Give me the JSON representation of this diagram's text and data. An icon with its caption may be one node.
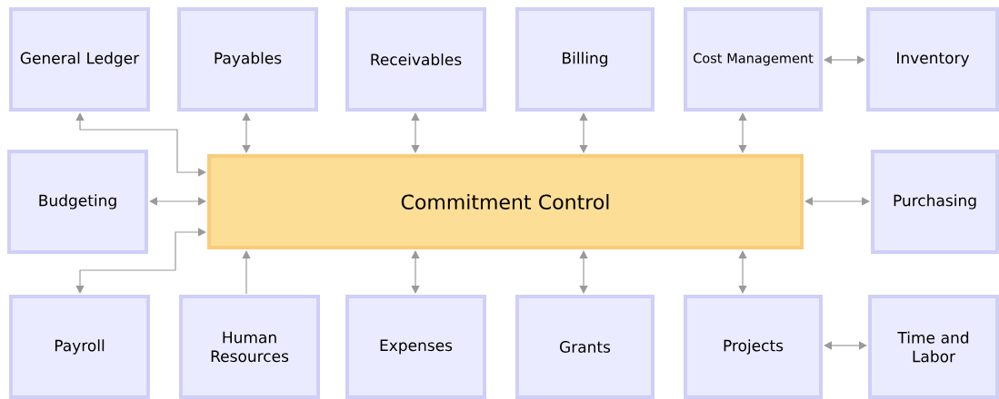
{
  "diagram": {
    "nodes": [
      {
        "text": [
          "General Ledger"
        ]
      },
      {
        "text": [
          "Payables"
        ]
      },
      {
        "text": [
          "Receivables"
        ]
      },
      {
        "text": [
          "Billing"
        ]
      },
      {
        "text": [
          "Cost Management"
        ]
      },
      {
        "text": [
          "Inventory"
        ]
      },
      {
        "text": [
          "Budgeting"
        ]
      },
      {
        "text": [
          "Commitment Control"
        ]
      },
      {
        "text": [
          "Purchasing"
        ]
      },
      {
        "text": [
          "Payroll"
        ]
      },
      {
        "text": [
          "Human Resources"
        ]
      },
      {
        "text": [
          "Expenses"
        ]
      },
      {
        "text": [
          "Grants"
        ]
      },
      {
        "text": [
          "Projects"
        ]
      },
      {
        "text": [
          "Time and Labor"
        ]
      }
    ],
    "edges": [
      {
        "from": 0,
        "to": 7,
        "arrow": "both"
      },
      {
        "from": 1,
        "to": 7,
        "arrow": "both"
      },
      {
        "from": 2,
        "to": 7,
        "arrow": "both"
      },
      {
        "from": 3,
        "to": 7,
        "arrow": "both"
      },
      {
        "from": 4,
        "to": 7,
        "arrow": "both"
      },
      {
        "from": 4,
        "to": 5,
        "arrow": "both"
      },
      {
        "from": 6,
        "to": 7,
        "arrow": "both"
      },
      {
        "from": 7,
        "to": 8,
        "arrow": "both"
      },
      {
        "from": 9,
        "to": 7,
        "arrow": "both"
      },
      {
        "from": 10,
        "to": 7,
        "arrow": "to"
      },
      {
        "from": 7,
        "to": 11,
        "arrow": "both"
      },
      {
        "from": 7,
        "to": 12,
        "arrow": "both"
      },
      {
        "from": 7,
        "to": 13,
        "arrow": "both"
      },
      {
        "from": 13,
        "to": 14,
        "arrow": "both"
      }
    ]
  }
}
